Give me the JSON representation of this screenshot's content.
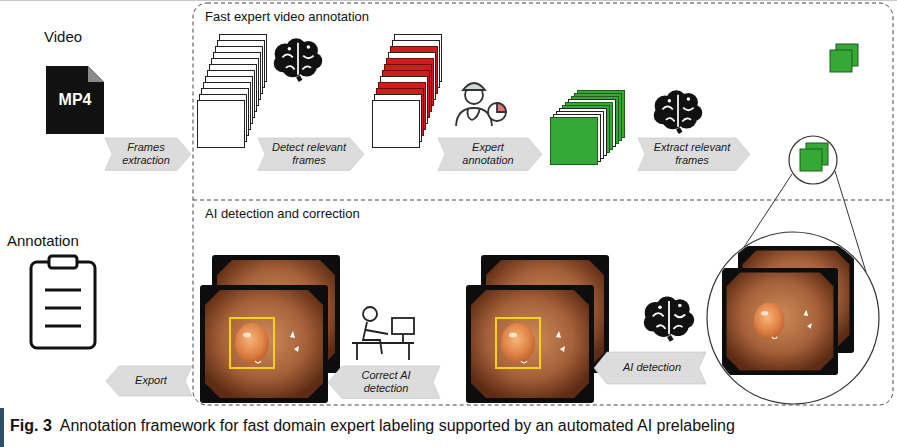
{
  "diagram": {
    "caption": "Annotation framework for fast domain expert labeling supported by an automated AI prelabeling",
    "nodes": [
      {
        "text": [
          "Video",
          "MP4"
        ]
      },
      {
        "text": [
          "Frames extraction"
        ]
      },
      {
        "text": [
          "Fast expert video annotation"
        ]
      },
      {
        "text": [
          "Detect relevant frames"
        ],
        "in": 2
      },
      {
        "text": [
          "Expert annotation"
        ],
        "in": 2
      },
      {
        "text": [
          "Extract relevant frames"
        ],
        "in": 2
      },
      {
        "text": [
          "Annotation"
        ]
      },
      {
        "text": [
          "Export"
        ]
      },
      {
        "text": [
          "AI detection and correction"
        ]
      },
      {
        "text": [
          "Correct AI detection"
        ],
        "in": 8
      },
      {
        "text": [
          "AI detection"
        ],
        "in": 8
      }
    ],
    "labels": [
      "Fig. 3"
    ]
  }
}
